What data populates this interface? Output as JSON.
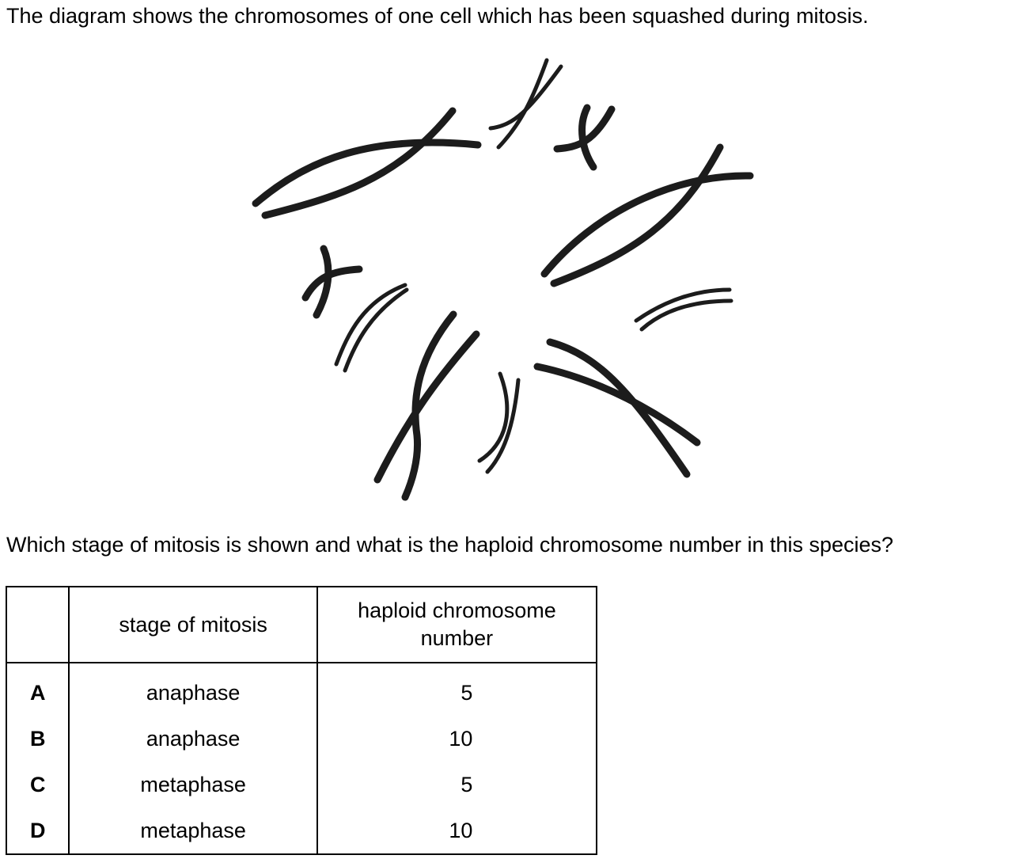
{
  "question": {
    "intro": "The diagram shows the chromosomes of one cell which has been squashed during mitosis.",
    "prompt": "Which stage of mitosis is shown and what is the haploid chromosome number in this species?"
  },
  "figure": {
    "stroke_color": "#1c1c1c",
    "chromosome_count": 10
  },
  "table": {
    "headers": {
      "key": "",
      "stage": "stage of mitosis",
      "number_line1": "haploid chromosome",
      "number_line2": "number"
    },
    "rows": [
      {
        "key": "A",
        "stage": "anaphase",
        "number": "5"
      },
      {
        "key": "B",
        "stage": "anaphase",
        "number": "10"
      },
      {
        "key": "C",
        "stage": "metaphase",
        "number": "5"
      },
      {
        "key": "D",
        "stage": "metaphase",
        "number": "10"
      }
    ]
  }
}
